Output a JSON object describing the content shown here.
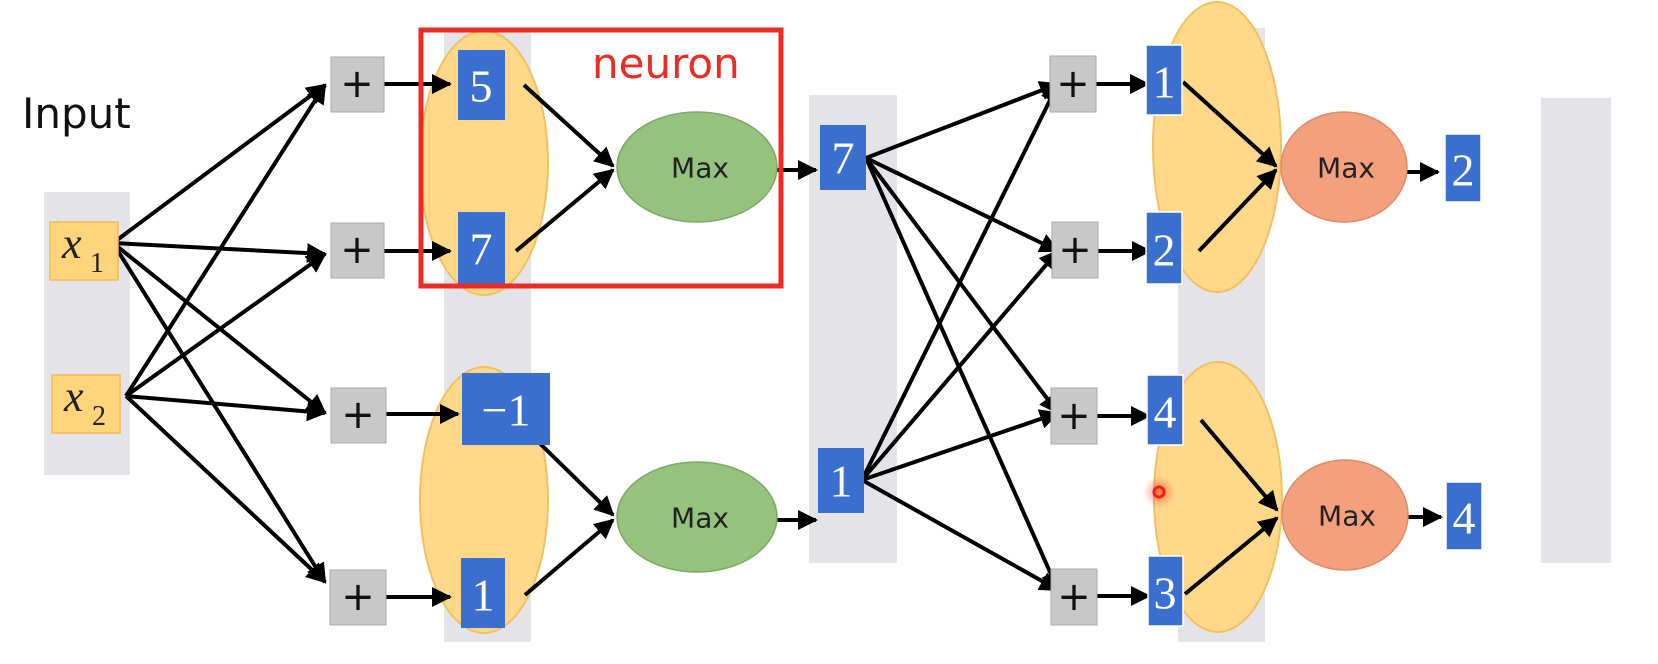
{
  "diagram": {
    "input_label": "Input",
    "neuron_label": "neuron",
    "colors": {
      "value_box": "#3a6fcf",
      "plus_box": "#c8c8c8",
      "group_ellipse": "#ffd88a",
      "layer1_max": "#95c27c",
      "layer2_max": "#f4a07c",
      "layer_column": "#e4e4e8",
      "input_box": "#ffd47a",
      "highlight": "#ee2a24"
    },
    "inputs": [
      {
        "var": "x",
        "sub": "1"
      },
      {
        "var": "x",
        "sub": "2"
      }
    ],
    "plus_symbol": "+",
    "max_label": "Max",
    "layer1": {
      "linear_values": [
        "5",
        "7",
        "−1",
        "1"
      ],
      "max_outputs": [
        "7",
        "1"
      ]
    },
    "layer2": {
      "linear_values": [
        "1",
        "2",
        "4",
        "3"
      ],
      "max_outputs": [
        "2",
        "4"
      ]
    }
  }
}
